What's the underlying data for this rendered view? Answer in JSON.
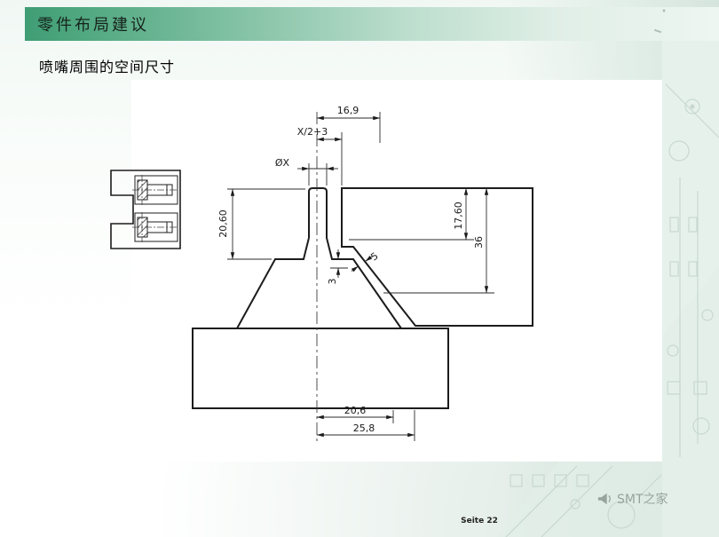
{
  "slide": {
    "title": "零件布局建议",
    "subtitle": "喷嘴周围的空间尺寸",
    "footer": {
      "page_label": "Seite 22"
    },
    "watermark": {
      "text": "SMT之家",
      "icon": "megaphone-icon"
    }
  },
  "drawing": {
    "type": "engineering-dimension-drawing",
    "dimension_labels": {
      "top_width": "16,9",
      "center_offset": "X/2+3",
      "nozzle_diameter": "ØX",
      "nozzle_height": "20,60",
      "component_step_height": "17,60",
      "component_total_height": "36",
      "vertical_clearance": "3",
      "slope_clearance": "5",
      "base_width_inner": "20,6",
      "base_width_outer": "25,8"
    }
  },
  "colors": {
    "header_green": "#4aa57d",
    "header_green_light": "#eef6f1",
    "line_color": "#1c1c1c",
    "watermark_gray": "#98a39d"
  }
}
